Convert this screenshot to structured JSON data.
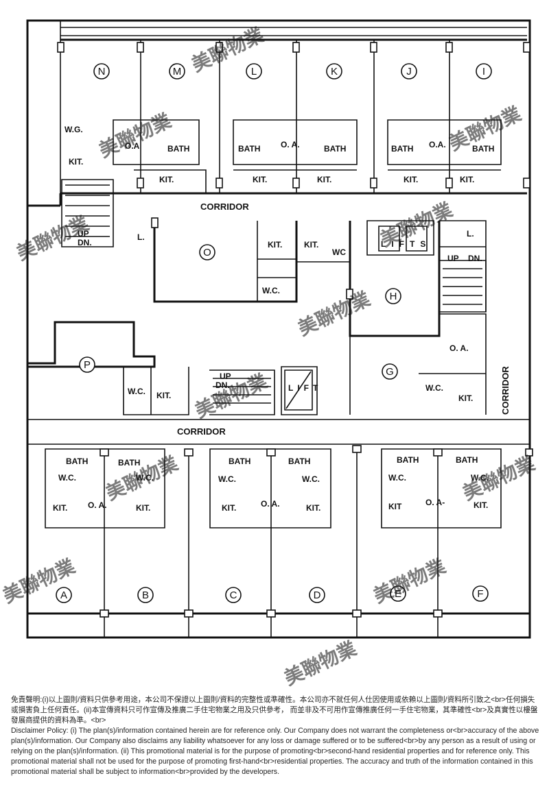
{
  "watermark": "美聯物業",
  "labels": {
    "corridor": "CORRIDOR",
    "oa": "O.A",
    "oa_dot": "O. A.",
    "oa_short": "O.A.",
    "oa_dash": "O. A-",
    "bath": "BATH",
    "kit": "KIT.",
    "kit_plain": "KIT",
    "wc": "W.C.",
    "wc_short": "WC",
    "wg": "W.G.",
    "up": "UP",
    "dn": "DN.",
    "l": "L.",
    "lifts": "LIFTS",
    "lift": "LIFT"
  },
  "units": [
    "N",
    "M",
    "L",
    "K",
    "J",
    "I",
    "O",
    "H",
    "G",
    "P",
    "A",
    "B",
    "C",
    "D",
    "E",
    "F"
  ],
  "disclaimer": {
    "zh": "免責聲明:(i)以上圖則/資料只供參考用途，本公司不保證以上圖則/資料的完整性或準確性。本公司亦不就任何人仕因使用或依賴以上圖則/資料所引致之<br>任何損失或損害負上任何責任。(ii)本宣傳資料只可作宣傳及推廣二手住宅物業之用及只供參考， 而並非及不可用作宣傳推廣任何一手住宅物業，其準確性<br>及真實性以樓盤發展商提供的資料為準。<br>",
    "en": "Disclaimer Policy: (i) The plan(s)/information contained herein are for reference only. Our Company does not warrant the completeness or<br>accuracy of the above plan(s)/information. Our Company also disclaims any liability whatsoever for any loss or damage suffered or to be suffered<br>by any person as a result of using or relying on the plan(s)/information. (ii) This promotional material is for the purpose of promoting<br>second-hand residential properties and for reference only. This promotional material shall not be used for the purpose of promoting first-hand<br>residential properties. The accuracy and truth of the information contained in this promotional material shall be subject to information<br>provided by the developers."
  }
}
